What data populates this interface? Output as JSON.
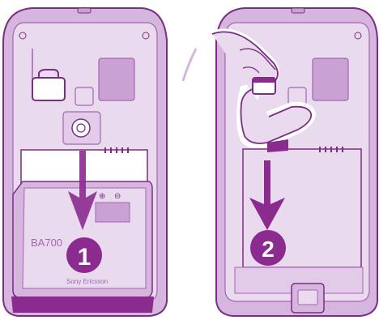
{
  "steps": [
    {
      "number": "1",
      "battery_model": "BA700",
      "battery_brand": "Sony Ericsson",
      "terminal_plus": "⊕",
      "terminal_minus": "⊖"
    },
    {
      "number": "2"
    }
  ],
  "colors": {
    "purple_dark": "#8b2a8f",
    "purple_mid": "#a664b4",
    "purple_light": "#d6b6de",
    "purple_pale": "#e9daee",
    "outline": "#7a2e83",
    "white": "#ffffff"
  }
}
